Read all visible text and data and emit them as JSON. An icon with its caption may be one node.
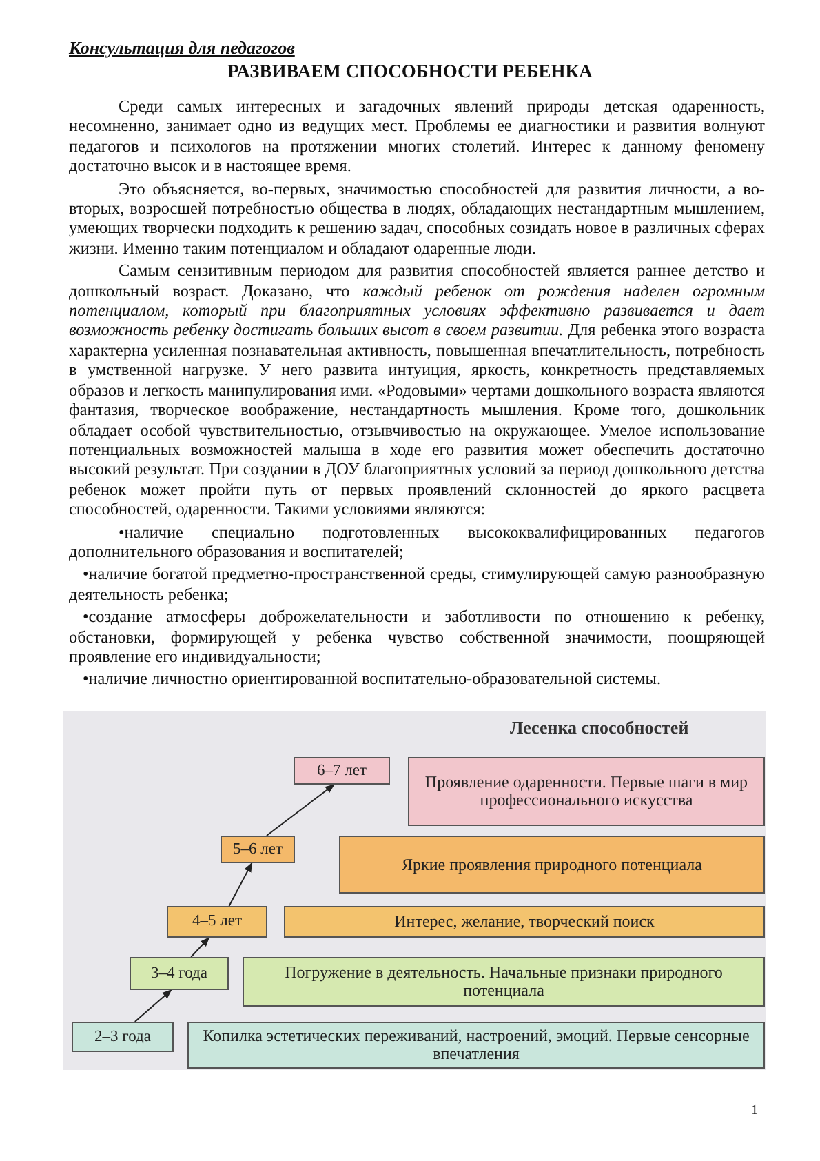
{
  "diagram": {
    "title": "РАЗВИВАЕМ СПОСОБНОСТИ РЕБЕНКА",
    "nodes": [
      {
        "text": [
          "6–7 лет"
        ]
      },
      {
        "text": [
          "Проявление одаренности. Первые шаги в мир профессионального искусства"
        ]
      },
      {
        "text": [
          "5–6 лет"
        ]
      },
      {
        "text": [
          "Яркие проявления природного потенциала"
        ]
      },
      {
        "text": [
          "4–5 лет"
        ]
      },
      {
        "text": [
          "Интерес, желание, творческий поиск"
        ]
      },
      {
        "text": [
          "3–4 года"
        ]
      },
      {
        "text": [
          "Погружение в деятельность. Начальные признаки природного потенциала"
        ]
      },
      {
        "text": [
          "2–3 года"
        ]
      },
      {
        "text": [
          "Копилка эстетических переживаний, настроений, эмоций. Первые сенсорные впечатления"
        ]
      }
    ],
    "edges": [
      {
        "from": 8,
        "to": 6,
        "arrow": "to"
      },
      {
        "from": 6,
        "to": 4,
        "arrow": "to"
      },
      {
        "from": 4,
        "to": 2,
        "arrow": "to"
      },
      {
        "from": 2,
        "to": 0,
        "arrow": "to"
      }
    ],
    "labels": [
      "Консультация для педагогов",
      "Среди самых интересных и загадочных явлений природы детская одаренность, несомненно, занимает одно из ведущих мест. Проблемы ее диагностики и развития волнуют педагогов и психологов на протяжении многих столетий. Интерес к данному феномену достаточно высок и в настоящее время.",
      "Это объясняется, во-первых, значимостью способностей для развития личности, а во-вторых, возросшей потребностью общества в людях, обладающих нестандартным мышлением, умеющих творчески подходить к решению задач, способных созидать новое в различных сферах жизни. Именно таким потенциалом и обладают одаренные люди.",
      "Самым сензитивным периодом для развития способностей является раннее детство и дошкольный возраст. Доказано, что *каждый ребенок от рождения наделен огромным потенциалом, который при благоприятных условиях эффективно развивается и дает возможность ребенку достигать больших высот в своем развитии.* Для ребенка этого возраста характерна усиленная познавательная активность, повышенная впечатлительность, потребность в умственной нагрузке. У него развита интуиция, яркость, конкретность представляемых образов и легкость манипулирования ими. «Родовыми» чертами дошкольного возраста являются фантазия, творческое воображение, нестандартность мышления. Кроме того, дошкольник обладает особой чувствительностью, отзывчивостью на окружающее. Умелое использование потенциальных возможностей малыша в ходе его развития может обеспечить достаточно высокий результат. При создании в ДОУ благоприятных условий за период дошкольного детства ребенок может пройти путь от первых проявлений склонностей до яркого расцвета способностей, одаренности. Такими условиями являются:",
      "•наличие специально подготовленных высококвалифицированных педагогов дополнительного образования и воспитателей;",
      "•наличие богатой предметно-пространственной среды, стимулирующей самую разнообразную деятельность ребенка;",
      "•создание атмосферы доброжелательности и заботливости по отношению к ребенку, обстановки, формирующей у ребенка чувство собственной значимости, поощряющей проявление его индивидуальности;",
      "•наличие личностно ориентированной воспитательно-образовательной системы.",
      "Лесенка способностей",
      "1"
    ]
  }
}
